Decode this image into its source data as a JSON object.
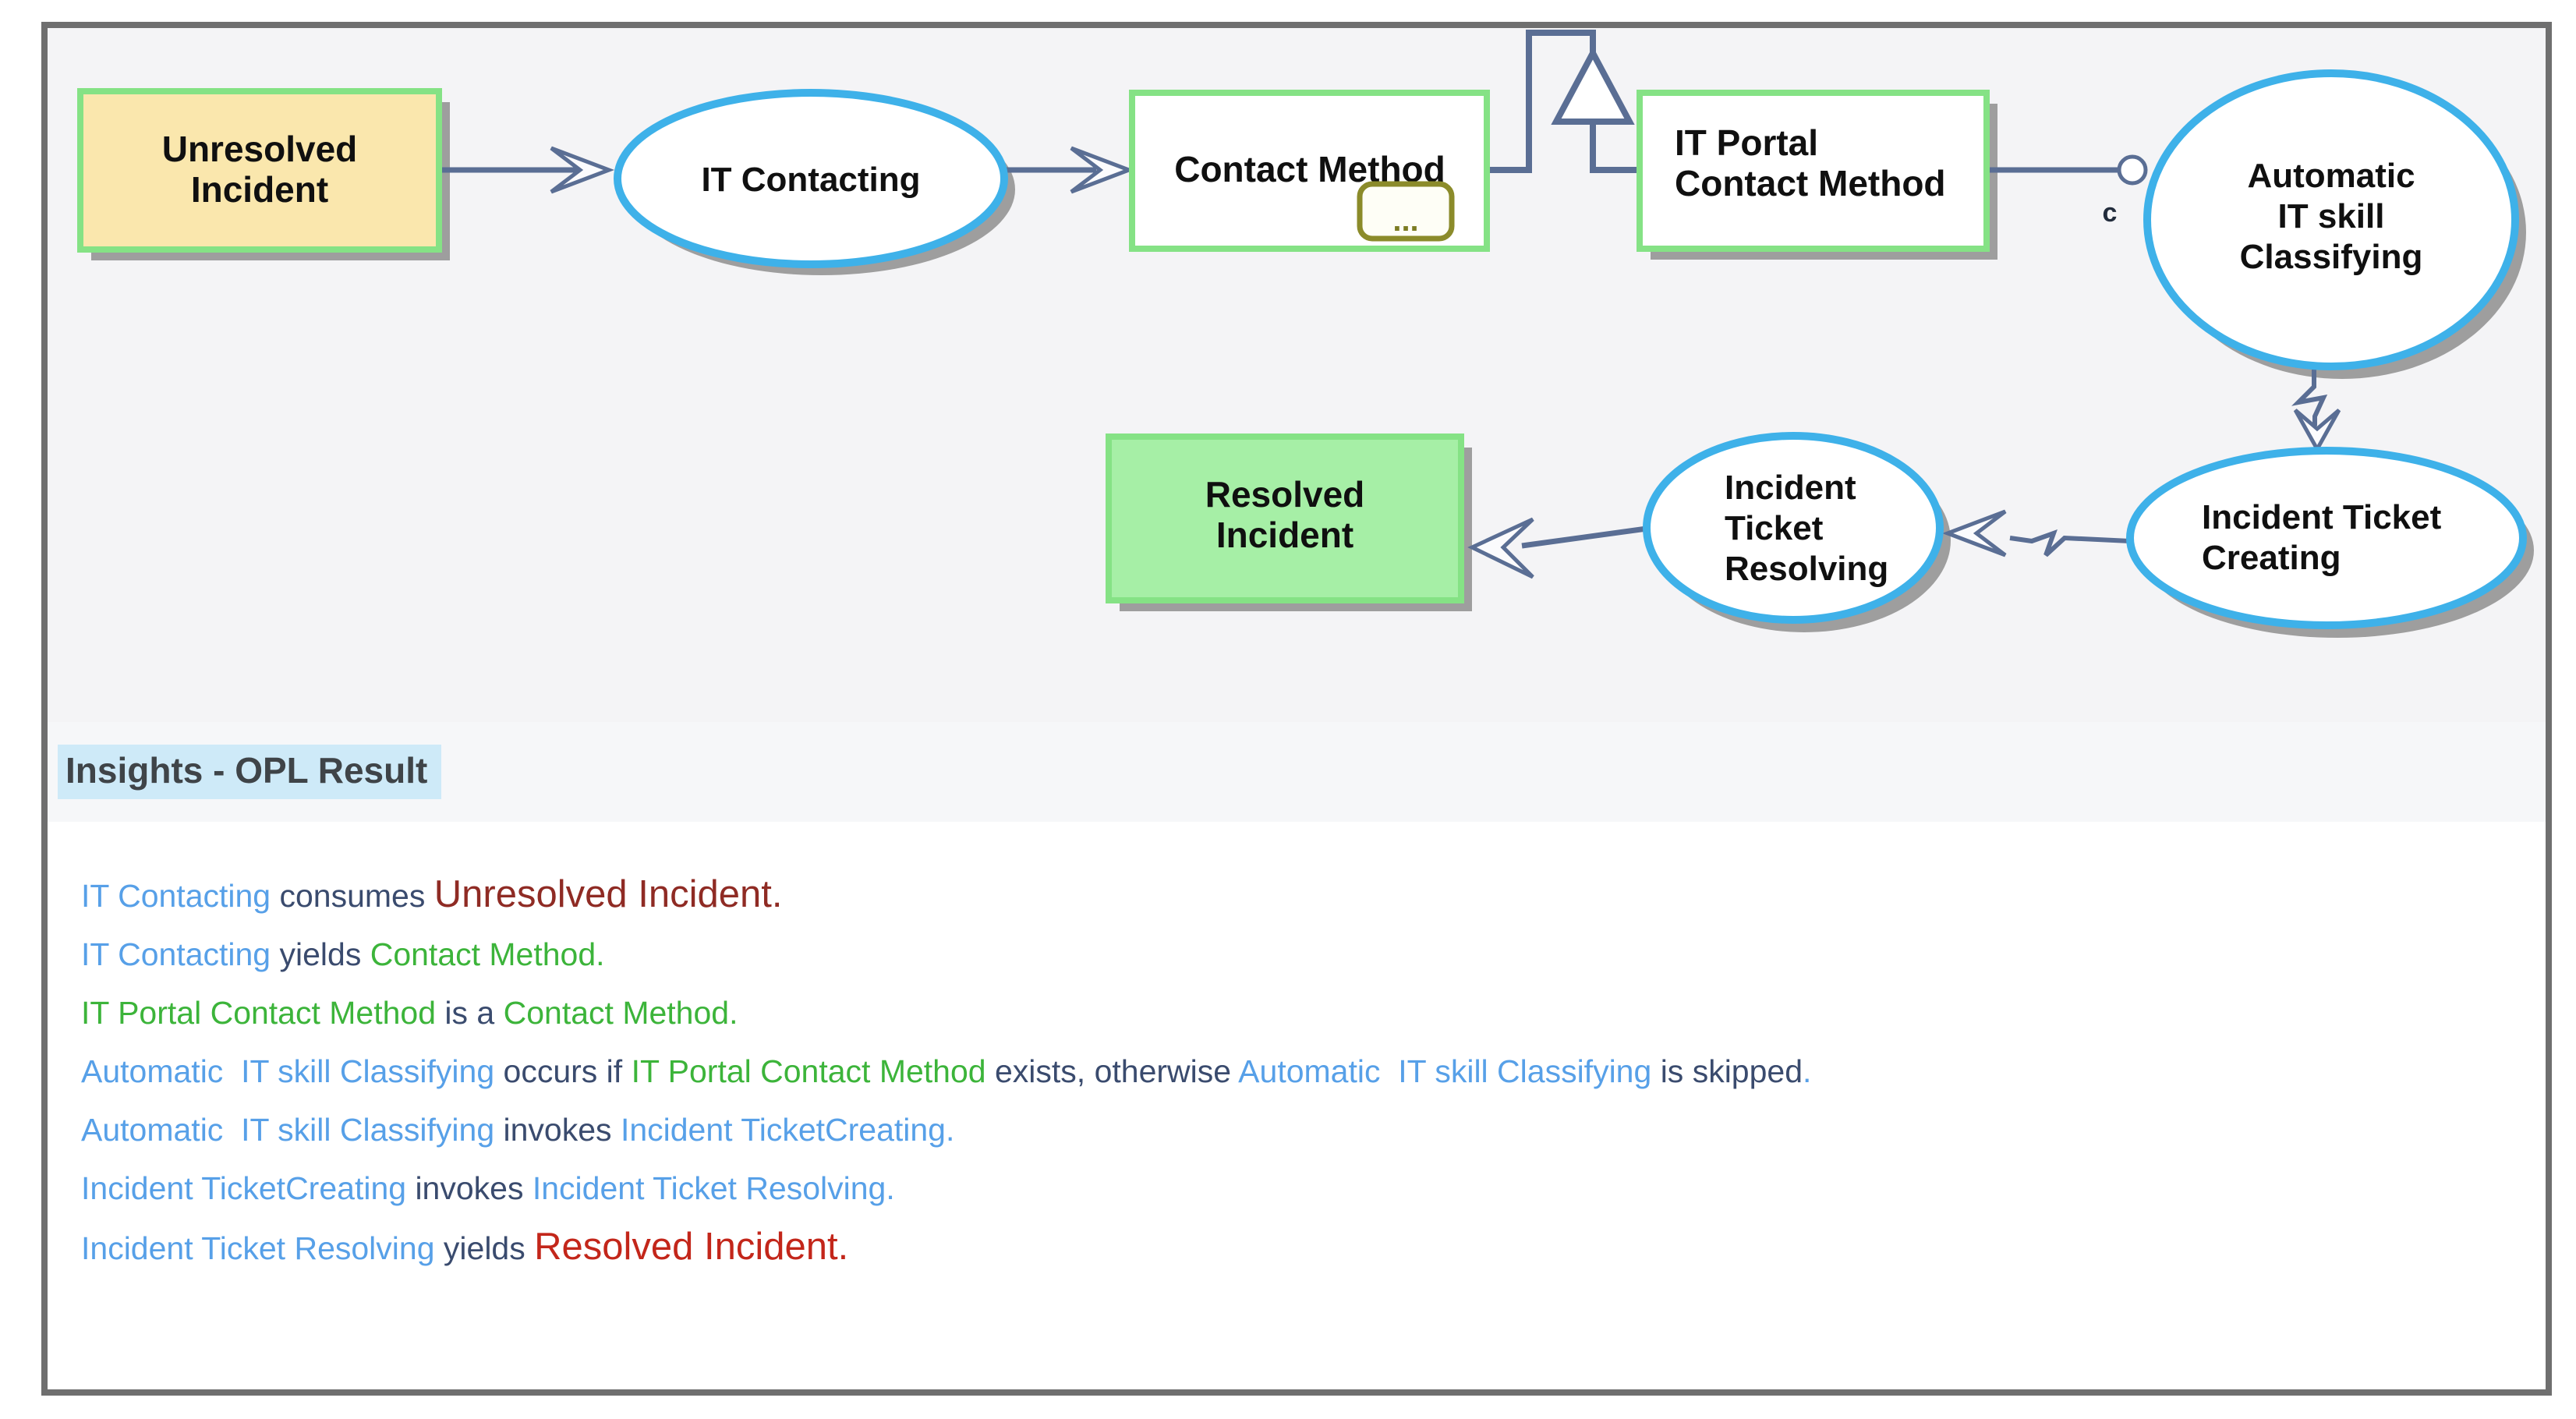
{
  "diagram": {
    "condition_label": "c",
    "nodes": {
      "unresolved_incident": {
        "kind": "object",
        "lines": [
          "Unresolved",
          "Incident"
        ],
        "fill": "#FAE7AD"
      },
      "it_contacting": {
        "kind": "process",
        "lines": [
          "IT Contacting"
        ]
      },
      "contact_method": {
        "kind": "object",
        "lines": [
          "Contact Method"
        ],
        "ellipsis": "..."
      },
      "it_portal_contact_method": {
        "kind": "object",
        "lines": [
          "IT Portal",
          "Contact Method"
        ]
      },
      "automatic_it_skill_classifying": {
        "kind": "process",
        "lines": [
          "Automatic",
          "IT skill",
          "Classifying"
        ]
      },
      "incident_ticket_creating": {
        "kind": "process",
        "lines": [
          "Incident Ticket",
          "Creating"
        ]
      },
      "incident_ticket_resolving": {
        "kind": "process",
        "lines": [
          "Incident",
          "Ticket",
          "Resolving"
        ]
      },
      "resolved_incident": {
        "kind": "object",
        "lines": [
          "Resolved",
          "Incident"
        ],
        "fill": "#A6EFA6"
      }
    },
    "colors": {
      "object_border_green": "#85E285",
      "process_border_cyan": "#3EB1E9",
      "link_line_slate": "#5A6E94",
      "unresolved_fill_yellow": "#FAE7AD",
      "resolved_fill_green": "#A6EFA6",
      "shadow_gray": "#9E9E9E",
      "ellipsis_olive": "#8B8B2A"
    }
  },
  "opl": {
    "heading": "Insights - OPL Result",
    "text_colors": {
      "process_blue": "#57A0E8",
      "link_words_dark": "#3A4B6E",
      "object_green": "#3CB43A",
      "consumed_object_dark_red": "#8F2B24",
      "result_object_bright_red": "#C3261A"
    },
    "lines": [
      [
        {
          "text": "IT Contacting",
          "style": "process"
        },
        {
          "text": " consumes ",
          "style": "link"
        },
        {
          "text": "Unresolved Incident.",
          "style": "consumed"
        }
      ],
      [
        {
          "text": "IT Contacting",
          "style": "process"
        },
        {
          "text": " yields ",
          "style": "link"
        },
        {
          "text": "Contact Method.",
          "style": "green"
        }
      ],
      [
        {
          "text": "IT Portal Contact Method",
          "style": "green"
        },
        {
          "text": " is a ",
          "style": "link"
        },
        {
          "text": "Contact Method.",
          "style": "green"
        }
      ],
      [
        {
          "text": "Automatic  IT skill Classifying",
          "style": "process"
        },
        {
          "text": " occurs if ",
          "style": "link"
        },
        {
          "text": "IT Portal Contact Method",
          "style": "green"
        },
        {
          "text": " exists, otherwise ",
          "style": "link"
        },
        {
          "text": "Automatic  IT skill Classifying",
          "style": "process"
        },
        {
          "text": " is skipped",
          "style": "link"
        },
        {
          "text": ".",
          "style": "process"
        }
      ],
      [
        {
          "text": "Automatic  IT skill Classifying",
          "style": "process"
        },
        {
          "text": " invokes ",
          "style": "link"
        },
        {
          "text": "Incident TicketCreating.",
          "style": "process"
        }
      ],
      [
        {
          "text": "Incident TicketCreating",
          "style": "process"
        },
        {
          "text": " invokes ",
          "style": "link"
        },
        {
          "text": "Incident Ticket Resolving.",
          "style": "process"
        }
      ],
      [
        {
          "text": "Incident Ticket Resolving",
          "style": "process"
        },
        {
          "text": " yields ",
          "style": "link"
        },
        {
          "text": "Resolved Incident.",
          "style": "result"
        }
      ]
    ]
  }
}
